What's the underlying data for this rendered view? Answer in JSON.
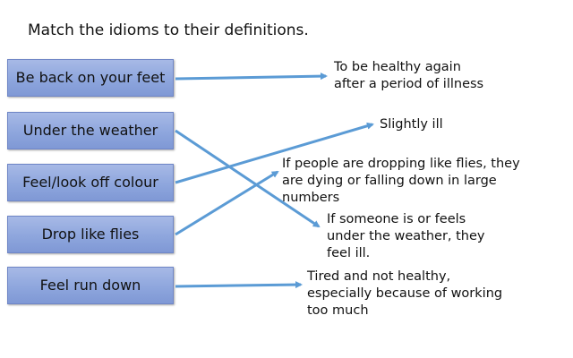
{
  "title": "Match the idioms to their definitions.",
  "idioms": [
    {
      "label": "Be back on your feet"
    },
    {
      "label": "Under the weather"
    },
    {
      "label": "Feel/look off colour"
    },
    {
      "label": "Drop like flies"
    },
    {
      "label": "Feel run down"
    }
  ],
  "definitions": [
    {
      "line1": "To be healthy again",
      "line2": "after a period of illness",
      "line3": ""
    },
    {
      "line1": "Slightly ill",
      "line2": "",
      "line3": ""
    },
    {
      "line1": "If people are dropping like flies, they",
      "line2": "are dying or falling down in large",
      "line3": "numbers"
    },
    {
      "line1": "If someone is or feels",
      "line2": "under the weather, they",
      "line3": "feel ill."
    },
    {
      "line1": "Tired and not healthy,",
      "line2": "especially because of working",
      "line3": "too much"
    }
  ],
  "colors": {
    "arrow": "#5b9bd5",
    "box": "#8ea6dd"
  }
}
